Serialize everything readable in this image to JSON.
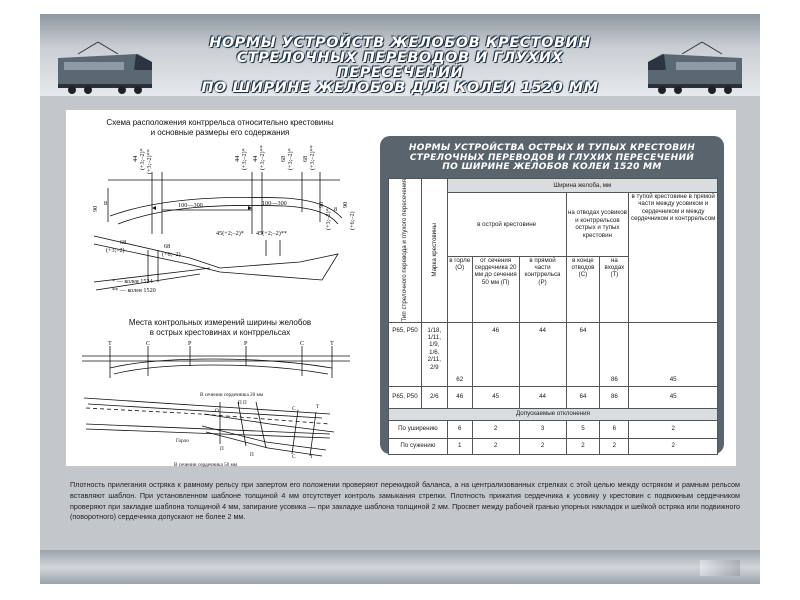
{
  "header": {
    "title_lines": [
      "НОРМЫ УСТРОЙСТВ ЖЕЛОБОВ КРЕСТОВИН",
      "СТРЕЛОЧНЫХ ПЕРЕВОДОВ И ГЛУХИХ ПЕРЕСЕЧЕНИЙ",
      "ПО ШИРИНЕ ЖЕЛОБОВ ДЛЯ КОЛЕИ 1520 ММ"
    ]
  },
  "diagram1": {
    "title_lines": [
      "Схема расположения контррельса относительно крестовины",
      "и основные размеры его содержания"
    ],
    "labels": {
      "d44a": "44",
      "d44a_tol": "(+3;–2)*",
      "d44b_tol": "(+3;–2)**",
      "d44c": "44",
      "d44c_tol": "(+3;–2)*",
      "d44d": "44",
      "d44d_tol": "(+3;–2)**",
      "d68a": "68",
      "d68a_tol": "(+3;–2)*",
      "d68b": "68",
      "d68b_tol": "(+3;–2)**",
      "d90": "90",
      "d8": "8",
      "d100a": "100—300",
      "d100b": "100—300",
      "d90r": "90",
      "d90r_tol": "(+3;–2)*",
      "d8r": "8",
      "d90rr": "90",
      "d90rr_tol": "(+6;–2)",
      "d45a": "45(+2;–2)*",
      "d45b": "45(+2;–2)**",
      "d68c": "68",
      "d68c_tol": "(+3;–2)",
      "d68d": "68",
      "d68d_tol": "(+6;–2)"
    },
    "legend": [
      "* — колея 1524",
      "** — колея 1520"
    ]
  },
  "diagram2": {
    "title_lines": [
      "Места контрольных измерений ширины желобов",
      "в острых крестовинах и контррельсах"
    ],
    "labels": {
      "t1": "Т",
      "c1": "С",
      "p1": "Р",
      "p2": "Р",
      "c2": "С",
      "t2": "Т",
      "sec20": "В сечении сердечника 20 мм",
      "o": "О",
      "pp": "П П",
      "c3": "С",
      "t3": "Т",
      "gorlo": "Горло",
      "p3": "П",
      "p4": "П",
      "c4": "С",
      "t4": "Т",
      "sec50": "В сечении сердечника 50 мм"
    }
  },
  "table": {
    "title_lines": [
      "НОРМЫ УСТРОЙСТВА ОСТРЫХ И ТУПЫХ КРЕСТОВИН",
      "СТРЕЛОЧНЫХ ПЕРЕВОДОВ И ГЛУХИХ ПЕРЕСЕЧЕНИЙ",
      "ПО ШИРИНЕ ЖЕЛОБОВ КОЛЕИ 1520 ММ"
    ],
    "col_type": "Тип стрелочного перевода и глухого пересечения",
    "col_mark": "Марка крестовины",
    "col_width": "Ширина желоба, мм",
    "group_sharp": "в острой крестовине",
    "group_guard": "на отводах усовиков и контррельсов острых и тупых крестовин",
    "col_obtuse": "в тупой крестовине в прямой части между усовиком и сердечником и между сердечником и контррельсом",
    "col_throat": "в горле (О)",
    "col_core": "от сечения сердечника 20 мм до сечения 50 мм (П)",
    "col_straight": "в прямой части контррельса (Р)",
    "col_end": "в конце отводов (С)",
    "col_inlet": "на входах (Т)",
    "row1": {
      "type": "Р65, Р50",
      "marks": [
        "1/18,",
        "1/11,",
        "1/9,",
        "1/6,",
        "2/11,",
        "2/9"
      ],
      "throat": "62",
      "core": "46",
      "straight": "44",
      "end": "64",
      "inlet": "86",
      "obtuse": "45"
    },
    "row2": {
      "type": "Р65, Р50",
      "mark": "2/6",
      "throat": "46",
      "core": "45",
      "straight": "44",
      "end": "64",
      "inlet": "86",
      "obtuse": "45"
    },
    "deviations_header": "Допускаемые отклонения",
    "row_widen": {
      "label": "По уширению",
      "values": [
        "6",
        "2",
        "3",
        "5",
        "6",
        "2"
      ]
    },
    "row_narrow": {
      "label": "По сужению",
      "values": [
        "1",
        "2",
        "2",
        "2",
        "2",
        "2"
      ]
    }
  },
  "note": "Плотность прилегания остряка к рамному рельсу при запертом его положении проверяют перекидкой баланса, а на централизованных стрелках с этой целью между остряком и рамным рельсом вставляют шаблон. При установленном шаблоне толщиной 4 мм отсутствует контроль замыкания стрелки. Плотность прижатия сердечника к усовику у крестовин с подвижным сердечником проверяют при закладке шаблона толщиной 4 мм, запирание усовика — при закладке шаблона толщиной 2 мм. Просвет между рабочей гранью упорных накладок и шейкой остряка или подвижного (поворотного) сердечника допускают не более 2 мм."
}
